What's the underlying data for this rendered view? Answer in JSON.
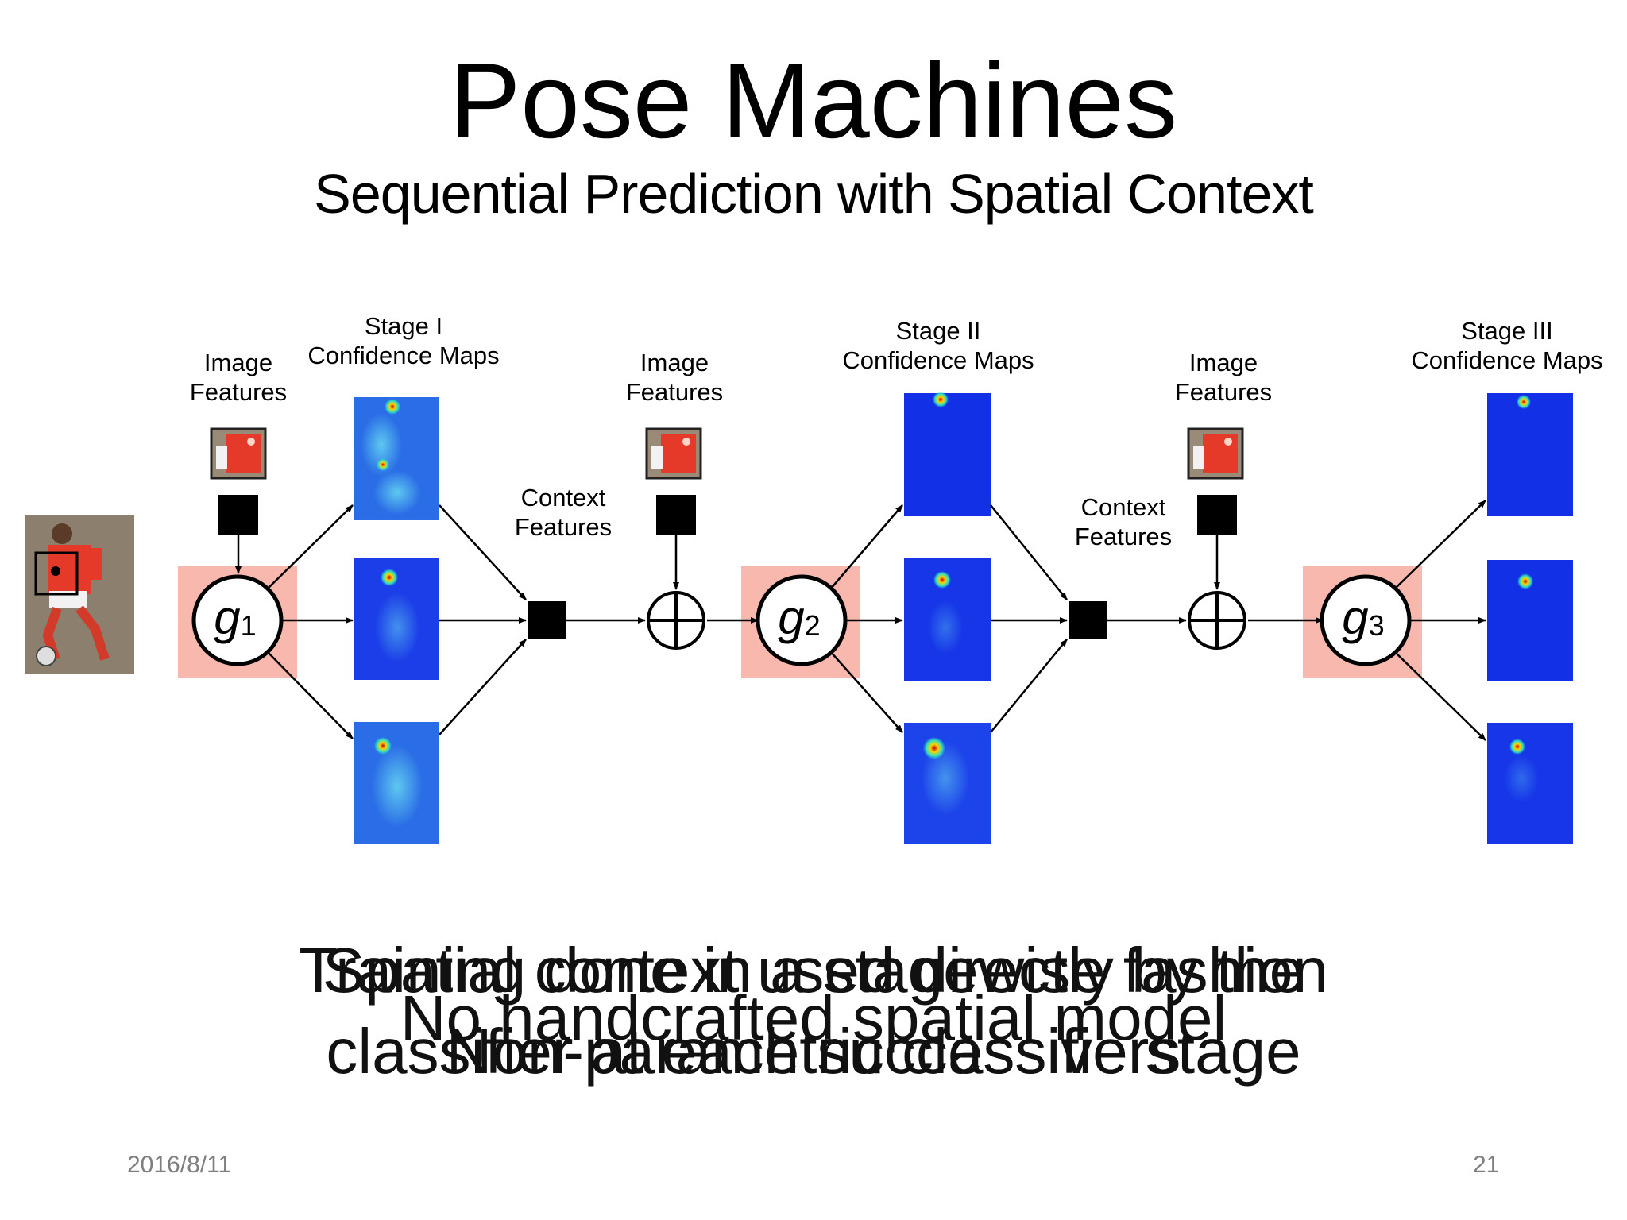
{
  "slide": {
    "title": "Pose Machines",
    "subtitle": "Sequential Prediction with Spatial Context",
    "date": "2016/8/11",
    "page_number": "21"
  },
  "diagram": {
    "image_features_label": [
      "Image",
      "Features"
    ],
    "context_features_label": [
      "Context",
      "Features"
    ],
    "stages": [
      {
        "name": "Stage I",
        "caption": "Confidence Maps",
        "node": "g",
        "sub": "1"
      },
      {
        "name": "Stage II",
        "caption": "Confidence Maps",
        "node": "g",
        "sub": "2"
      },
      {
        "name": "Stage III",
        "caption": "Confidence Maps",
        "node": "g",
        "sub": "3"
      }
    ],
    "colors": {
      "node_highlight": "#f9b8ad",
      "heatmap": "#1b3ee8",
      "jersey": "#e53a2a"
    }
  },
  "bottom_text": {
    "line1_a": "Spatial context used directly by the",
    "line1_b": "Training done in a stagewise fashion",
    "line2": "No handcrafted spatial model",
    "line3_a": "classifier at each successive stage",
    "line3_b": "Non-parametric classifiers"
  }
}
